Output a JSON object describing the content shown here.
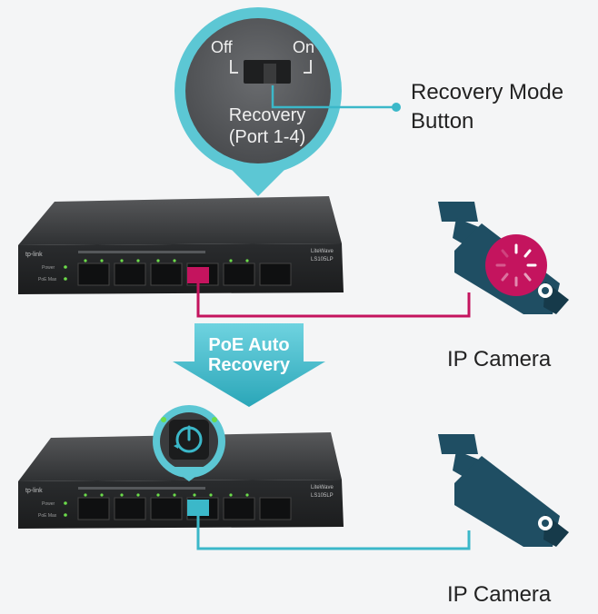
{
  "callout": {
    "off_label": "Off",
    "on_label": "On",
    "recovery_line1": "Recovery",
    "recovery_line2": "(Port 1-4)"
  },
  "recovery_mode_label_line1": "Recovery Mode",
  "recovery_mode_label_line2": "Button",
  "switch_top": {
    "brand": "tp-link",
    "model": "LS105LP",
    "model_badge": "LiteWave",
    "led_power": "Power",
    "led_poe_max": "PoE Max"
  },
  "switch_bottom": {
    "brand": "tp-link",
    "model": "LS105LP",
    "model_badge": "LiteWave",
    "led_power": "Power",
    "led_poe_max": "PoE Max"
  },
  "arrow": {
    "line1": "PoE Auto",
    "line2": "Recovery"
  },
  "camera_top_label": "IP Camera",
  "camera_bottom_label": "IP Camera",
  "colors": {
    "teal": "#3bb8c9",
    "magenta": "#c4145e",
    "switch_dark": "#3d4043",
    "camera_navy": "#1f4e63",
    "background": "#f4f5f6"
  }
}
